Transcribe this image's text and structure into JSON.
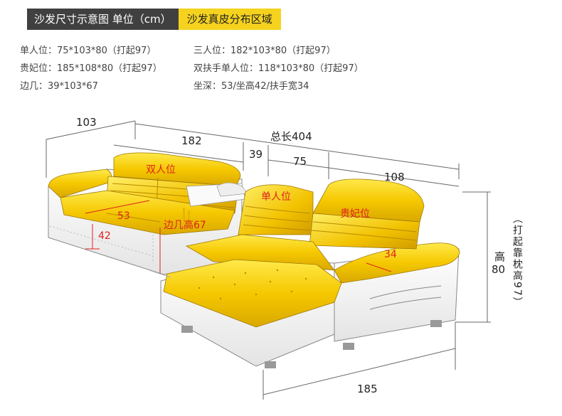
{
  "header": {
    "tab_dimensions": "沙发尺寸示意图 单位（cm）",
    "tab_region": "沙发真皮分布区域"
  },
  "specs": {
    "single_seat": "单人位：75*103*80（打起97）",
    "three_seat": "三人位：182*103*80（打起97）",
    "chaise": "贵妃位：185*108*80（打起97）",
    "double_arm_single": "双扶手单人位：118*103*80（打起97）",
    "side_table": "边几：39*103*67",
    "seat_depth": "坐深：53/坐高42/扶手宽34"
  },
  "dimensions": {
    "depth_103": "103",
    "length_182": "182",
    "total_length": "总长404",
    "width_39": "39",
    "width_75": "75",
    "width_108": "108",
    "height_label": "高",
    "height_value": "80",
    "headrest_note": "（打起靠枕高97）",
    "bottom_185": "185"
  },
  "annotations": {
    "double_seat": "双人位",
    "single_seat": "单人位",
    "chaise_seat": "贵妃位",
    "seat_depth_53": "53",
    "seat_height_42": "42",
    "side_table_height": "边几高67",
    "arm_width_34": "34"
  },
  "colors": {
    "leather_yellow": "#f5c800",
    "tab_dark": "#404040",
    "tab_yellow": "#f5d21e",
    "annotation_red": "#e02020"
  }
}
